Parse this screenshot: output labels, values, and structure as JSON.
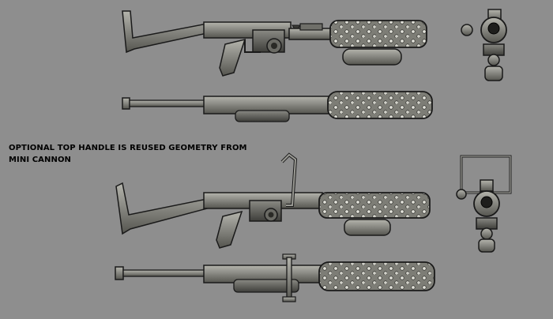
{
  "note": {
    "line1": "OPTIONAL TOP HANDLE IS REUSED GEOMETRY FROM",
    "line2": "MINI CANNON"
  },
  "palette": {
    "background": "#8e8e8e",
    "metal_dark": "#4a4a4a",
    "metal_mid": "#6f6f6f",
    "metal_light": "#a3a39c",
    "outline": "#1a1a1a",
    "stud": "#d8d8d0"
  },
  "views": [
    {
      "name": "side-view-standard"
    },
    {
      "name": "top-view-standard"
    },
    {
      "name": "front-view-standard"
    },
    {
      "name": "side-view-with-handle"
    },
    {
      "name": "top-view-with-handle"
    },
    {
      "name": "front-view-with-handle"
    }
  ]
}
